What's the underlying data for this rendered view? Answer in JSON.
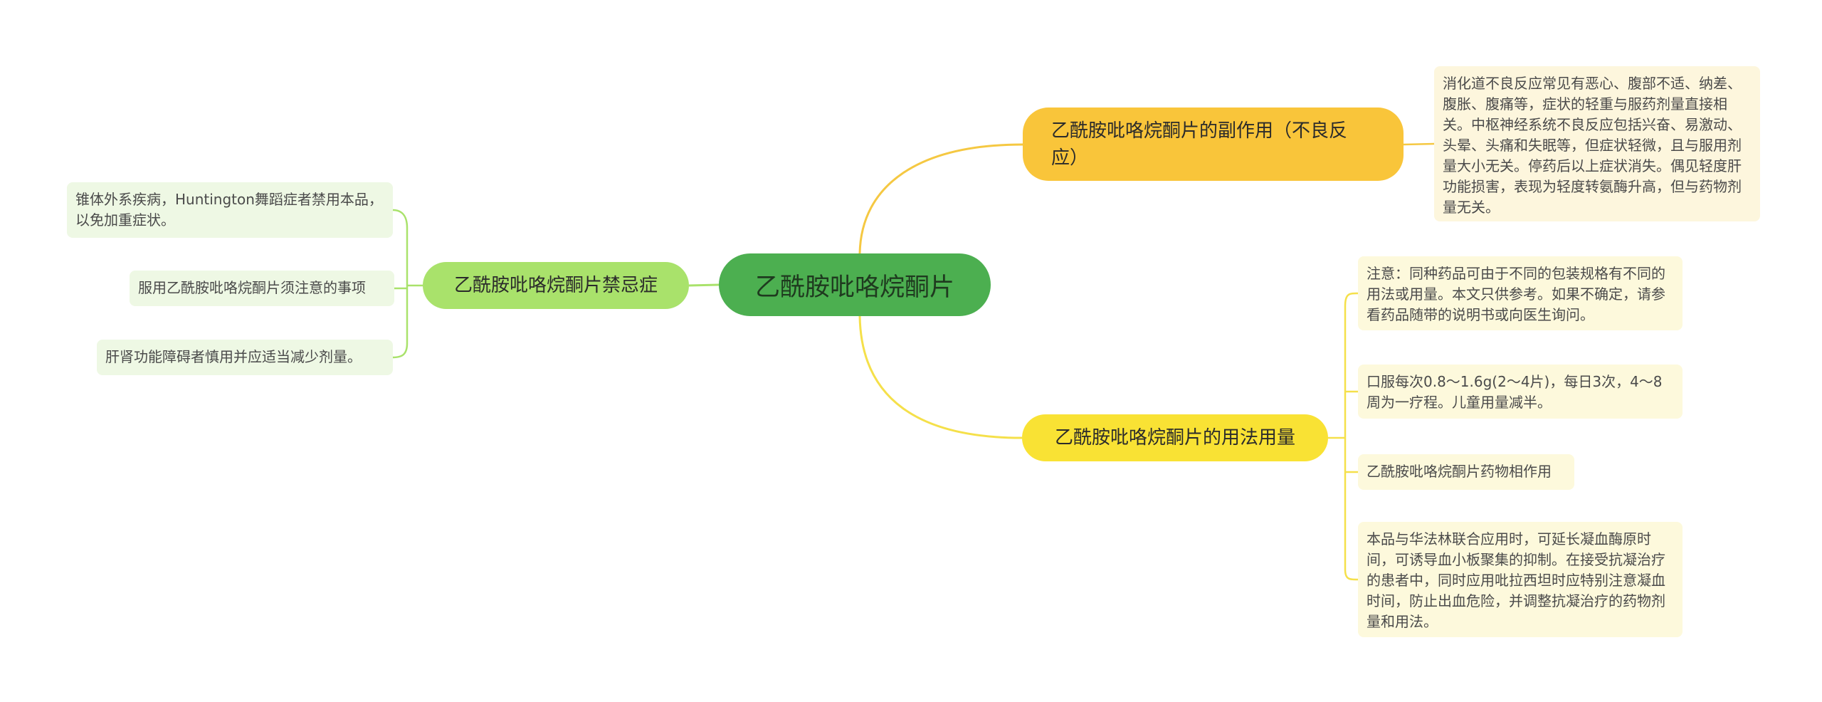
{
  "colors": {
    "root": "#4caf50",
    "side_effects_branch": "#f9c53a",
    "usage_branch": "#f9e234",
    "contraindications_branch": "#a9e26b",
    "side_effects_connector": "#f5c842",
    "usage_connector": "#f5e04a",
    "contraindications_connector": "#a9e26b"
  },
  "root": {
    "label": "乙酰胺吡咯烷酮片"
  },
  "branches": {
    "side_effects": {
      "label": "乙酰胺吡咯烷酮片的副作用（不良反应）",
      "items": [
        "消化道不良反应常见有恶心、腹部不适、纳差、腹胀、腹痛等，症状的轻重与服药剂量直接相关。中枢神经系统不良反应包括兴奋、易激动、头晕、头痛和失眠等，但症状轻微，且与服用剂量大小无关。停药后以上症状消失。偶见轻度肝功能损害，表现为轻度转氨酶升高，但与药物剂量无关。"
      ]
    },
    "usage": {
      "label": "乙酰胺吡咯烷酮片的用法用量",
      "items": [
        "注意：同种药品可由于不同的包装规格有不同的用法或用量。本文只供参考。如果不确定，请参看药品随带的说明书或向医生询问。",
        "口服每次0.8～1.6g(2～4片)，每日3次，4～8周为一疗程。儿童用量减半。",
        "乙酰胺吡咯烷酮片药物相作用",
        "本品与华法林联合应用时，可延长凝血酶原时间，可诱导血小板聚集的抑制。在接受抗凝治疗的患者中，同时应用吡拉西坦时应特别注意凝血时间，防止出血危险，并调整抗凝治疗的药物剂量和用法。"
      ]
    },
    "contraindications": {
      "label": "乙酰胺吡咯烷酮片禁忌症",
      "items": [
        "锥体外系疾病，Huntington舞蹈症者禁用本品，以免加重症状。",
        "服用乙酰胺吡咯烷酮片须注意的事项",
        "肝肾功能障碍者慎用并应适当减少剂量。"
      ]
    }
  }
}
